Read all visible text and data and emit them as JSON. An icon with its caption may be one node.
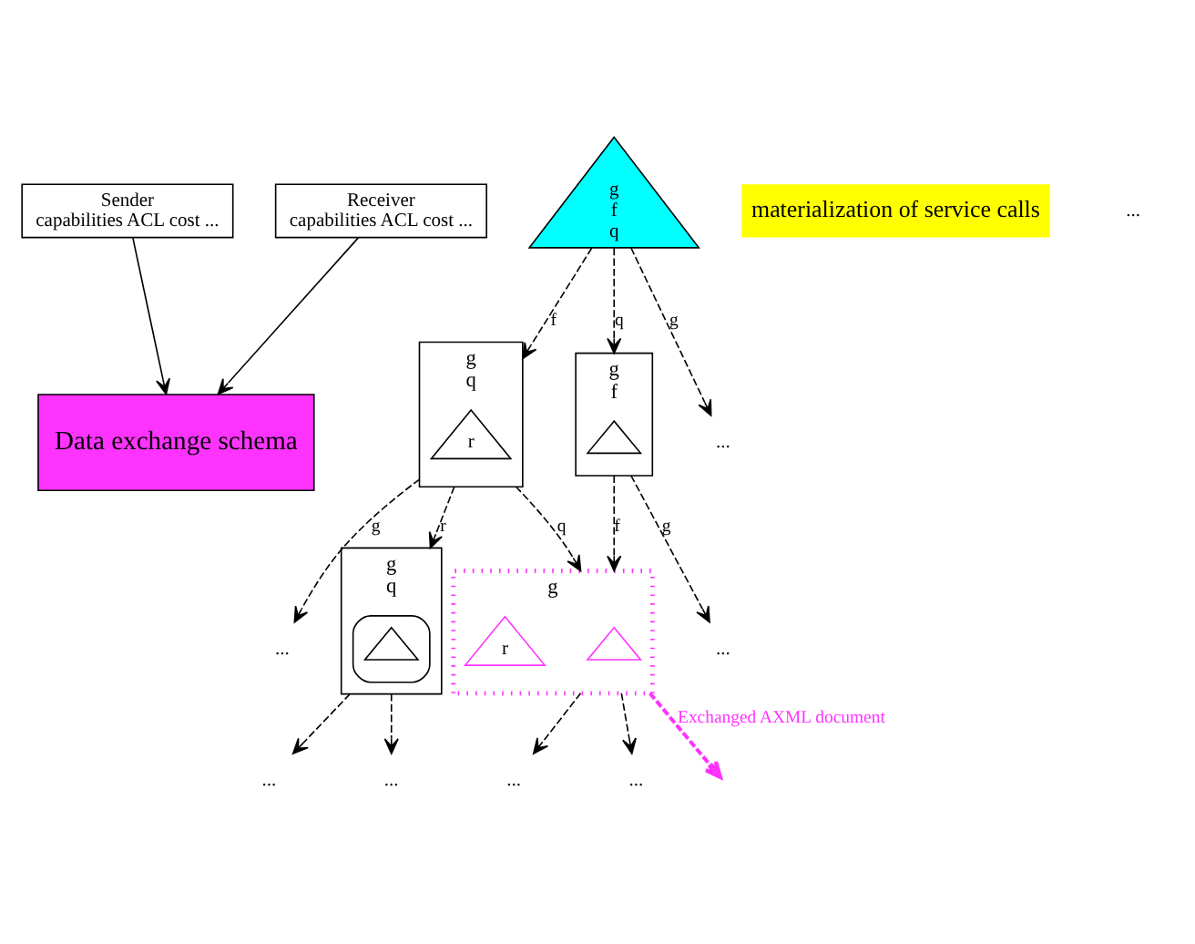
{
  "diagram": {
    "nodes": [
      {
        "text": [
          "Sender",
          "capabilities ACL cost ..."
        ]
      },
      {
        "text": [
          "Receiver",
          "capabilities ACL cost ..."
        ]
      },
      {
        "text": [
          "Data exchange schema"
        ]
      },
      {
        "text": [
          "g",
          "f",
          "q"
        ]
      },
      {
        "text": [
          "g",
          "q"
        ]
      },
      {
        "text": [
          "r"
        ],
        "in": 4
      },
      {
        "text": [
          "g",
          "f"
        ]
      },
      {
        "text": [],
        "shape": "triangle",
        "in": 6
      },
      {
        "text": [
          "..."
        ]
      },
      {
        "text": [
          "..."
        ]
      },
      {
        "text": [
          "g",
          "q"
        ]
      },
      {
        "text": [],
        "shape": "triangle",
        "in": 10
      },
      {
        "text": [],
        "shape": "triangle",
        "in": 11
      },
      {
        "text": [
          "g"
        ]
      },
      {
        "text": [],
        "shape": "triangle",
        "in": 13
      },
      {
        "text": [
          "r"
        ],
        "in": 13
      },
      {
        "text": [
          "..."
        ]
      },
      {
        "text": [
          "..."
        ]
      },
      {
        "text": [
          "..."
        ]
      },
      {
        "text": [
          "..."
        ]
      },
      {
        "text": [
          "..."
        ]
      }
    ],
    "edges": [
      {
        "from": 0,
        "to": 2,
        "arrow": "to"
      },
      {
        "from": 1,
        "to": 2,
        "arrow": "to"
      },
      {
        "from": 3,
        "to": 4,
        "arrow": "to",
        "label": "f",
        "style": "dashed"
      },
      {
        "from": 3,
        "to": 6,
        "arrow": "to",
        "label": "q",
        "style": "dashed"
      },
      {
        "from": 3,
        "to": 8,
        "arrow": "to",
        "label": "g",
        "style": "dashed"
      },
      {
        "from": 4,
        "to": 9,
        "arrow": "to",
        "label": "g",
        "style": "dashed"
      },
      {
        "from": 4,
        "to": 10,
        "arrow": "to",
        "label": "r",
        "style": "dashed"
      },
      {
        "from": 4,
        "to": 13,
        "arrow": "to",
        "label": "q",
        "style": "dashed"
      },
      {
        "from": 6,
        "to": 13,
        "arrow": "to",
        "label": "f",
        "style": "dashed"
      },
      {
        "from": 6,
        "to": 16,
        "arrow": "to",
        "label": "g",
        "style": "dashed"
      },
      {
        "from": 10,
        "to": 17,
        "arrow": "to",
        "style": "dashed"
      },
      {
        "from": 10,
        "to": 18,
        "arrow": "to",
        "style": "dashed"
      },
      {
        "from": 13,
        "to": 19,
        "arrow": "to",
        "style": "dashed"
      },
      {
        "from": 13,
        "to": 20,
        "arrow": "to",
        "style": "dashed"
      },
      {
        "from": 13,
        "to": null,
        "arrow": "to",
        "label": "Exchanged AXML document",
        "style": "dashed",
        "color": "#ff33ff"
      }
    ],
    "labels": [
      "materialization of service calls",
      "..."
    ]
  }
}
